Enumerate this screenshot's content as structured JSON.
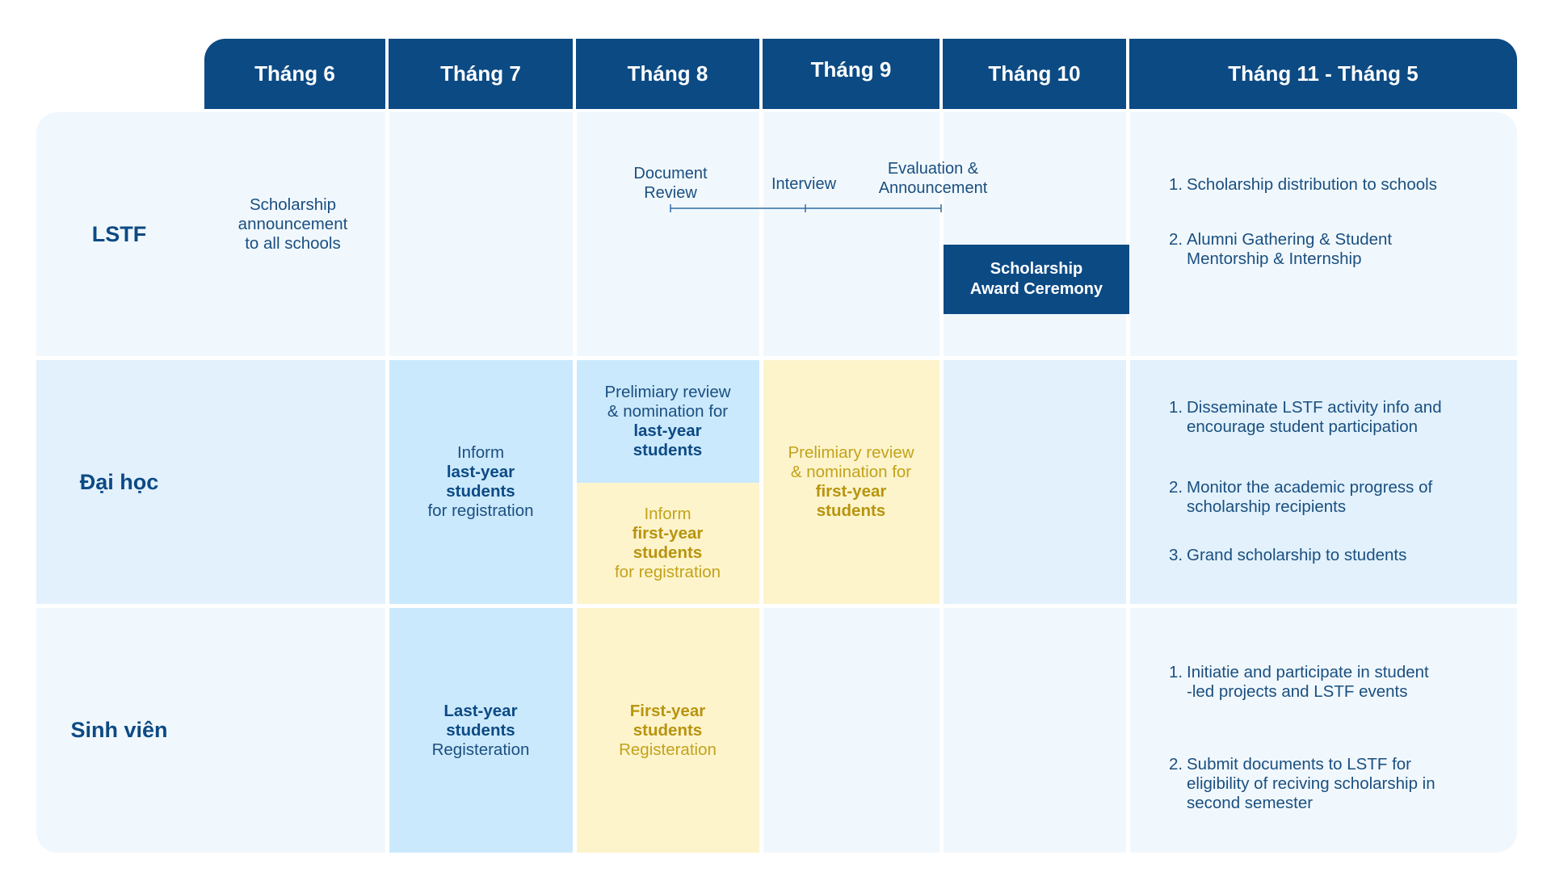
{
  "months": [
    "Tháng 6",
    "Tháng 7",
    "Tháng 8",
    "Tháng 9",
    "Tháng 10",
    "Tháng 11 - Tháng 5"
  ],
  "rows": [
    "LSTF",
    "Đại học",
    "Sinh viên"
  ],
  "colors": {
    "header": "#0c4a84",
    "blue_cell": "#cbe9fd",
    "yellow_cell": "#fdf4cc",
    "yellow_text": "#c3a21a",
    "body_bg": "#f1f8fd"
  },
  "lstf": {
    "thang6": [
      "Scholarship",
      "announcement",
      "to all schools"
    ],
    "timeline": {
      "document_review": [
        "Document",
        "Review"
      ],
      "interview": "Interview",
      "evaluation": [
        "Evaluation &",
        "Announcement"
      ]
    },
    "award": [
      "Scholarship",
      "Award Ceremony"
    ],
    "list": [
      {
        "num": "1.",
        "lines": [
          "Scholarship distribution to schools"
        ]
      },
      {
        "num": "2.",
        "lines": [
          "Alumni Gathering & Student",
          "Mentorship & Internship"
        ]
      }
    ]
  },
  "daihoc": {
    "thang7": {
      "pre": "Inform",
      "bold": [
        "last-year",
        "students"
      ],
      "post": "for registration"
    },
    "thang8_top": {
      "pre": [
        "Prelimiary review",
        "& nomination for"
      ],
      "bold": [
        "last-year",
        "students"
      ]
    },
    "thang8_bottom": {
      "pre": "Inform",
      "bold": [
        "first-year",
        "students"
      ],
      "post": "for registration"
    },
    "thang9": {
      "pre": [
        "Prelimiary review",
        "& nomination for"
      ],
      "bold": [
        "first-year",
        "students"
      ]
    },
    "list": [
      {
        "num": "1.",
        "lines": [
          "Disseminate LSTF activity info and",
          "encourage student participation"
        ]
      },
      {
        "num": "2.",
        "lines": [
          "Monitor the academic progress of",
          "scholarship recipients"
        ]
      },
      {
        "num": "3.",
        "lines": [
          "Grand scholarship to students"
        ]
      }
    ]
  },
  "sinhvien": {
    "thang7": {
      "bold": [
        "Last-year",
        "students"
      ],
      "post": "Registeration"
    },
    "thang8": {
      "bold": [
        "First-year",
        "students"
      ],
      "post": "Registeration"
    },
    "list": [
      {
        "num": "1.",
        "lines": [
          "Initiatie and participate in student",
          "-led projects and LSTF events"
        ]
      },
      {
        "num": "2.",
        "lines": [
          "Submit documents to LSTF for",
          "eligibility of reciving scholarship in",
          "second semester"
        ]
      }
    ]
  }
}
